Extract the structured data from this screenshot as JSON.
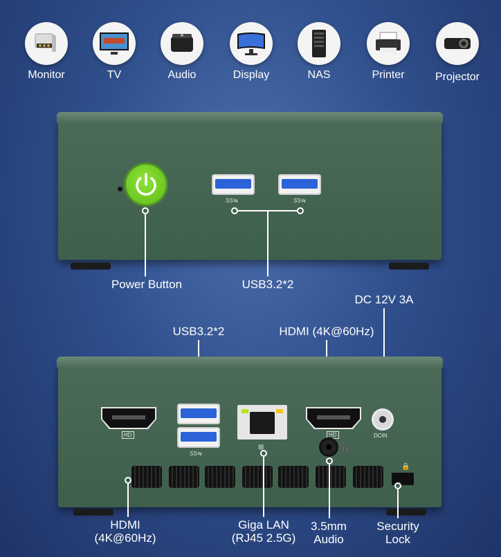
{
  "top_icons": [
    {
      "label": "Monitor",
      "icon": "security-camera-icon"
    },
    {
      "label": "TV",
      "icon": "tv-icon"
    },
    {
      "label": "Audio",
      "icon": "speaker-icon"
    },
    {
      "label": "Display",
      "icon": "display-icon"
    },
    {
      "label": "NAS",
      "icon": "nas-icon"
    },
    {
      "label": "Printer",
      "icon": "printer-icon"
    },
    {
      "label": "Projector",
      "icon": "projector-icon"
    }
  ],
  "front": {
    "power_button_label": "Power Button",
    "usb_label": "USB3.2*2",
    "usb_mark": "SS⇆"
  },
  "rear": {
    "usb_label": "USB3.2*2",
    "hdmi_right_label": "HDMI (4K@60Hz)",
    "dc_label": "DC 12V 3A",
    "hdmi_left_label_1": "HDMI",
    "hdmi_left_label_2": "(4K@60Hz)",
    "lan_label_1": "Giga LAN",
    "lan_label_2": "(RJ45 2.5G)",
    "audio_label_1": "3.5mm",
    "audio_label_2": "Audio",
    "lock_label_1": "Security",
    "lock_label_2": "Lock",
    "hd_mark": "HD",
    "dcin_mark": "DCIN",
    "usb_mark": "SS⇆"
  },
  "colors": {
    "power_green": "#6ccf1f",
    "usb_blue": "#2d63d8",
    "device_green": "#3f5f4d"
  }
}
